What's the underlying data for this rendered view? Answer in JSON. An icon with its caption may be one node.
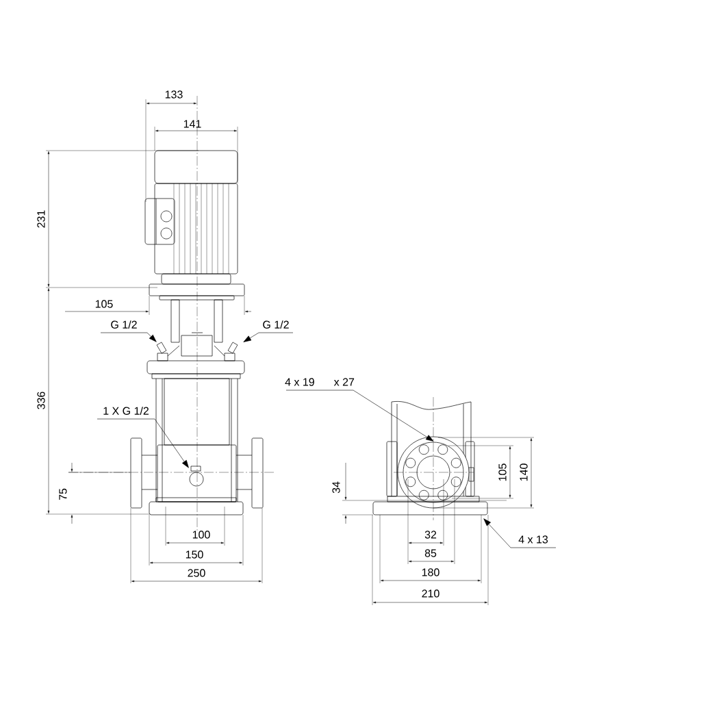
{
  "diagram": {
    "nodes": [
      {
        "text": [
          "G 1/2"
        ]
      },
      {
        "text": [
          "G 1/2"
        ]
      },
      {
        "text": [
          "1 X G 1/2"
        ]
      },
      {
        "text": [
          "4 x 19",
          "x 27"
        ]
      },
      {
        "text": [
          "4 x 13"
        ]
      }
    ],
    "edges": [
      {
        "from": 0,
        "to": null,
        "arrow": "to"
      },
      {
        "from": 1,
        "to": null,
        "arrow": "to"
      },
      {
        "from": 2,
        "to": null,
        "arrow": "to"
      },
      {
        "from": 3,
        "to": null,
        "arrow": "to"
      },
      {
        "from": 4,
        "to": null,
        "arrow": "to"
      }
    ],
    "labels": [
      "133",
      "141",
      "231",
      "105",
      "336",
      "75",
      "100",
      "150",
      "250",
      "105",
      "140",
      "34",
      "32",
      "85",
      "180",
      "210"
    ]
  }
}
